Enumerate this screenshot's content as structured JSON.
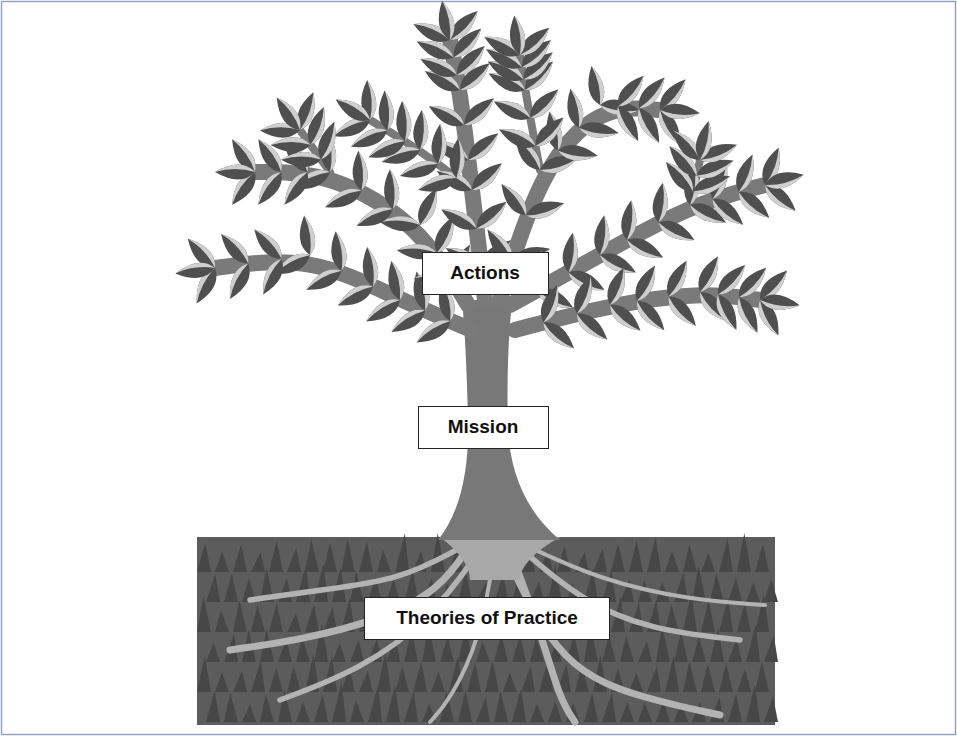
{
  "diagram": {
    "nodes": [
      {
        "text": [
          "Actions"
        ]
      },
      {
        "text": [
          "Mission"
        ]
      },
      {
        "text": [
          "Theories of Practice"
        ]
      }
    ]
  }
}
